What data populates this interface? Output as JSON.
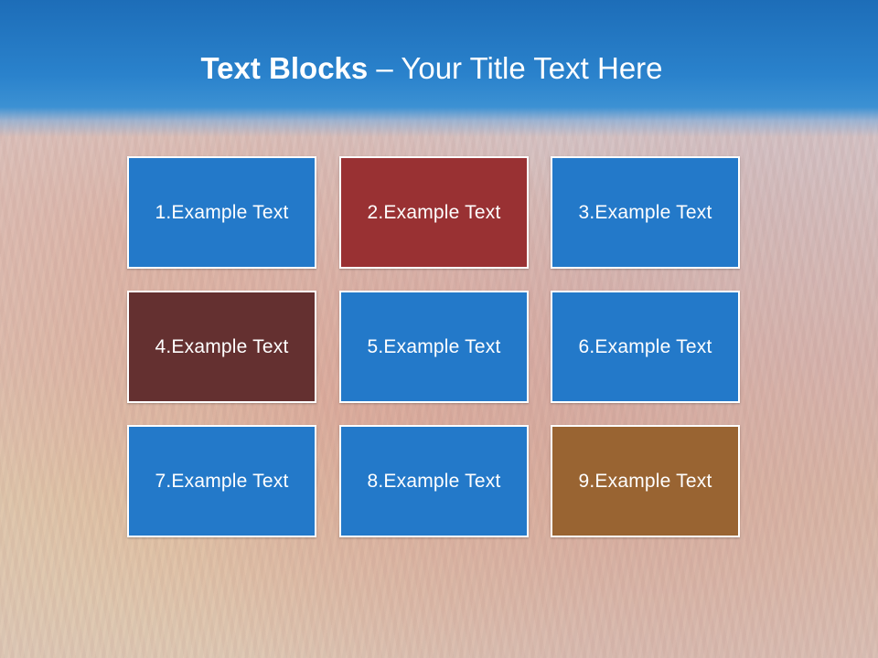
{
  "title": {
    "bold": "Text Blocks",
    "rest": " – Your Title Text Here"
  },
  "blocks": [
    {
      "label": "1.Example Text",
      "color": "#2379c9"
    },
    {
      "label": "2.Example Text",
      "color": "#993133"
    },
    {
      "label": "3.Example Text",
      "color": "#2379c9"
    },
    {
      "label": "4.Example Text",
      "color": "#643030"
    },
    {
      "label": "5.Example Text",
      "color": "#2379c9"
    },
    {
      "label": "6.Example Text",
      "color": "#2379c9"
    },
    {
      "label": "7.Example Text",
      "color": "#2379c9"
    },
    {
      "label": "8.Example Text",
      "color": "#2379c9"
    },
    {
      "label": "9.Example Text",
      "color": "#996432"
    }
  ]
}
